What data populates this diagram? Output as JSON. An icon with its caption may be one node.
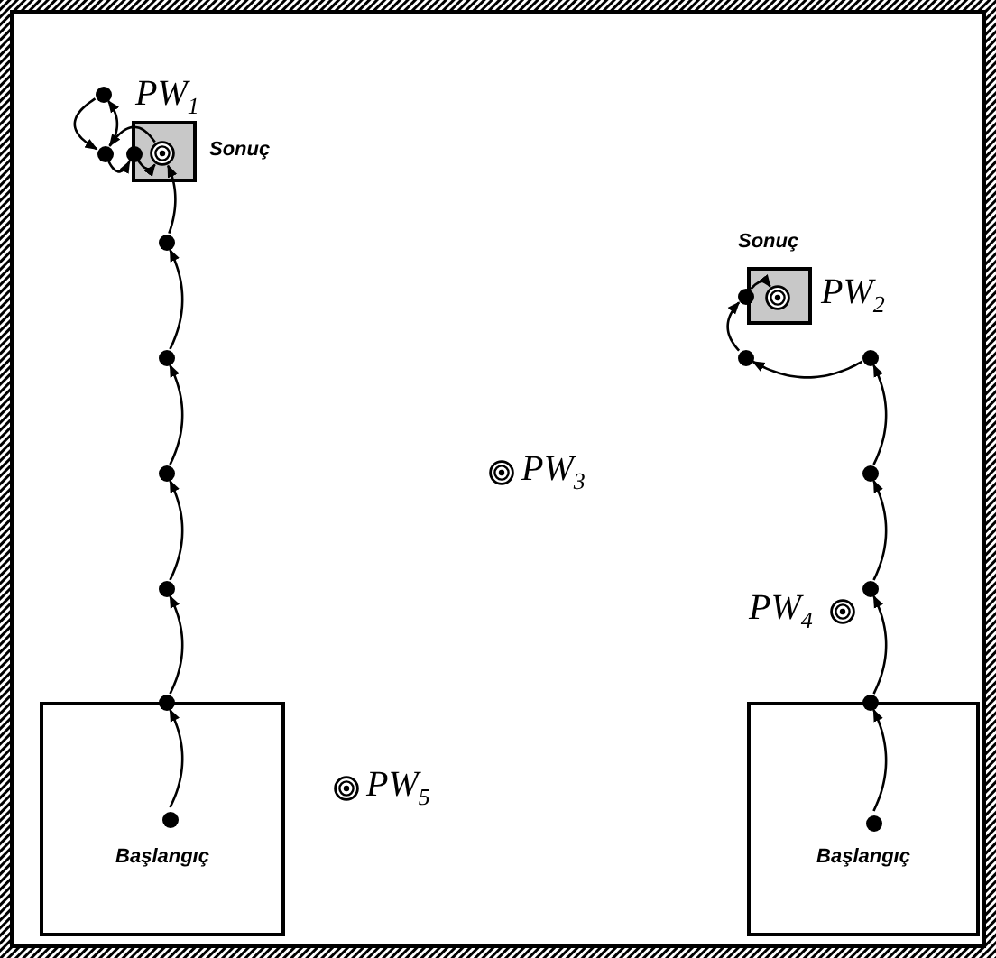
{
  "diagram": {
    "nodes": [
      {
        "text": [
          "Başlangıç"
        ]
      },
      {
        "text": [
          "Başlangıç"
        ]
      },
      {
        "text": [
          "Sonuç"
        ]
      },
      {
        "text": [
          "Sonuç"
        ]
      },
      {
        "text": [],
        "shape": "circle",
        "in": 2,
        "beside": [
          "PW$_{1}$"
        ]
      },
      {
        "text": [],
        "shape": "circle",
        "in": 3,
        "beside": [
          "PW$_{2}$"
        ]
      },
      {
        "text": [],
        "shape": "circle",
        "beside": [
          "PW$_{3}$"
        ]
      },
      {
        "text": [],
        "shape": "circle",
        "beside": [
          "PW$_{4}$"
        ]
      },
      {
        "text": [],
        "shape": "circle",
        "beside": [
          "PW$_{5}$"
        ]
      },
      {
        "text": [],
        "shape": "circle",
        "in": 0
      },
      {
        "text": [],
        "shape": "circle"
      },
      {
        "text": [],
        "shape": "circle"
      },
      {
        "text": [],
        "shape": "circle"
      },
      {
        "text": [],
        "shape": "circle"
      },
      {
        "text": [],
        "shape": "circle"
      },
      {
        "text": [],
        "shape": "circle"
      },
      {
        "text": [],
        "shape": "circle"
      },
      {
        "text": [],
        "shape": "circle"
      },
      {
        "text": [],
        "shape": "circle",
        "in": 1
      },
      {
        "text": [],
        "shape": "circle"
      },
      {
        "text": [],
        "shape": "circle"
      },
      {
        "text": [],
        "shape": "circle"
      },
      {
        "text": [],
        "shape": "circle"
      },
      {
        "text": [],
        "shape": "circle"
      },
      {
        "text": [],
        "shape": "circle"
      }
    ],
    "edges": [
      {
        "from": 9,
        "to": 10,
        "arrow": "to"
      },
      {
        "from": 10,
        "to": 11,
        "arrow": "to"
      },
      {
        "from": 11,
        "to": 12,
        "arrow": "to"
      },
      {
        "from": 12,
        "to": 13,
        "arrow": "to"
      },
      {
        "from": 13,
        "to": 14,
        "arrow": "to"
      },
      {
        "from": 14,
        "to": 4,
        "arrow": "to"
      },
      {
        "from": 4,
        "to": 16,
        "arrow": "to"
      },
      {
        "from": 16,
        "to": 15,
        "arrow": "to"
      },
      {
        "from": 15,
        "to": 16,
        "arrow": "to"
      },
      {
        "from": 16,
        "to": 17,
        "arrow": "to"
      },
      {
        "from": 17,
        "to": 4,
        "arrow": "to"
      },
      {
        "from": 18,
        "to": 19,
        "arrow": "to"
      },
      {
        "from": 19,
        "to": 20,
        "arrow": "to"
      },
      {
        "from": 20,
        "to": 21,
        "arrow": "to"
      },
      {
        "from": 21,
        "to": 22,
        "arrow": "to"
      },
      {
        "from": 22,
        "to": 23,
        "arrow": "to"
      },
      {
        "from": 23,
        "to": 24,
        "arrow": "to"
      },
      {
        "from": 24,
        "to": 5,
        "arrow": "to"
      }
    ]
  }
}
